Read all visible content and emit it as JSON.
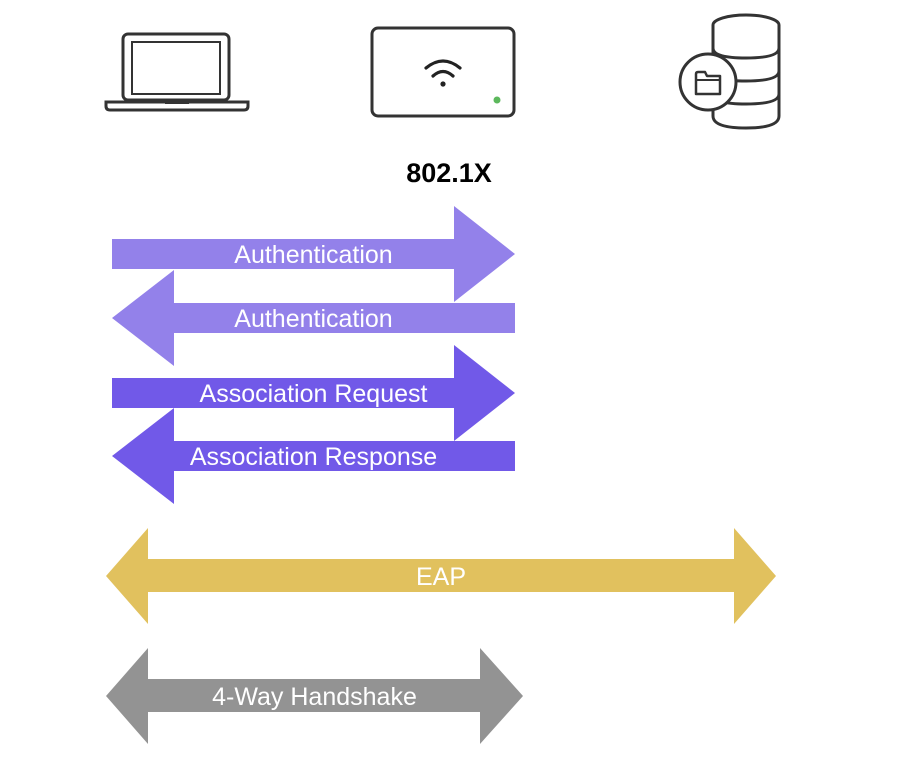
{
  "title": "802.1X",
  "icons": {
    "client": "laptop-icon",
    "access_point": "wifi-access-point-icon",
    "server": "database-server-icon"
  },
  "colors": {
    "auth": "#9381ea",
    "association": "#7159e8",
    "eap": "#e1c15e",
    "handshake": "#939393",
    "status_led": "#5cb85c",
    "icon_stroke": "#333333"
  },
  "arrows": {
    "auth_request": "Authentication",
    "auth_response": "Authentication",
    "assoc_request": "Association Request",
    "assoc_response": "Association Response",
    "eap": "EAP",
    "handshake": "4-Way Handshake"
  }
}
